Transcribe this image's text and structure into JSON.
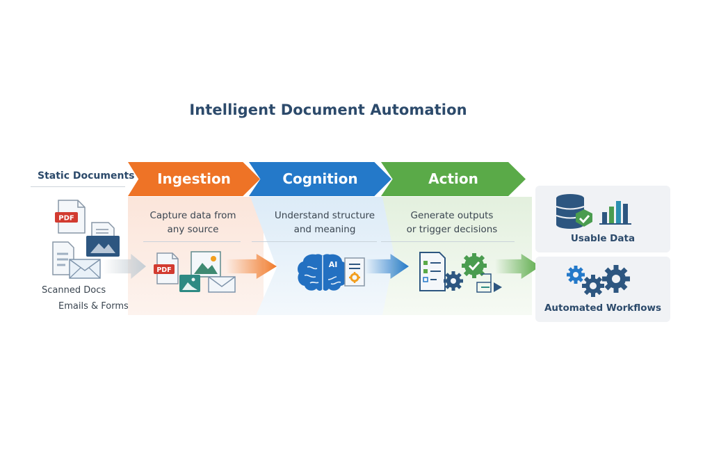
{
  "title": "Intelligent Document Automation",
  "source": {
    "heading": "Static Documents",
    "items": [
      "Scanned Docs",
      "Emails & Forms"
    ],
    "icons": [
      "pdf-document-icon",
      "image-document-icon",
      "text-document-icon",
      "envelope-icon"
    ],
    "pdf_badge": "PDF"
  },
  "stages": [
    {
      "name": "Ingestion",
      "description_line1": "Capture data from",
      "description_line2": "any source",
      "color": "#ee7326",
      "pdf_badge": "PDF"
    },
    {
      "name": "Cognition",
      "description_line1": "Understand structure",
      "description_line2": "and meaning",
      "color": "#2479c9",
      "brain_badge": "AI"
    },
    {
      "name": "Action",
      "description_line1": "Generate outputs",
      "description_line2": "or trigger decisions",
      "color": "#5aaa48"
    }
  ],
  "outputs": [
    {
      "label": "Usable Data",
      "icons": [
        "database-check-icon",
        "bar-chart-icon"
      ]
    },
    {
      "label": "Automated Workflows",
      "icons": [
        "gears-icon"
      ]
    }
  ],
  "colors": {
    "title": "#2c4a6b",
    "pdf_red": "#d23b30",
    "navy": "#2d5680",
    "teal": "#2e8a83",
    "gear_orange": "#f29e1e"
  }
}
